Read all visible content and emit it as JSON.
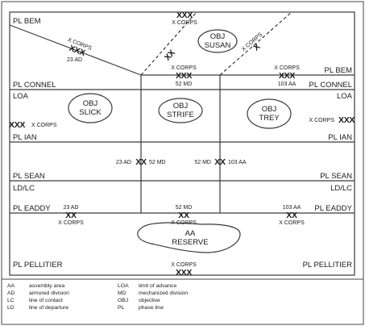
{
  "phase_lines": {
    "bem_left": "PL BEM",
    "bem_right": "PL BEM",
    "connel_left": "PL CONNEL",
    "connel_right": "PL CONNEL",
    "loa_left": "LOA",
    "loa_right": "LOA",
    "ian_left": "PL  IAN",
    "ian_right": "PL  IAN",
    "sean_left": "PL  SEAN",
    "sean_right": "PL  SEAN",
    "ldlc_left": "LD/LC",
    "ldlc_right": "LD/LC",
    "eaddy_left": "PL  EADDY",
    "eaddy_right": "PL  EADDY",
    "pellitier_left": "PL  PELLITIER",
    "pellitier_right": "PL  PELLITIER"
  },
  "objectives": {
    "susan": [
      "OBJ",
      "SUSAN"
    ],
    "slick": [
      "OBJ",
      "SLICK"
    ],
    "strife": [
      "OBJ",
      "STRIFE"
    ],
    "trey": [
      "OBJ",
      "TREY"
    ],
    "reserve": [
      "AA",
      "RESERVE"
    ]
  },
  "symbols": {
    "xxx": "XXX",
    "xx": "XX",
    "x": "X"
  },
  "unit_labels": {
    "x_corps": "X CORPS",
    "ad_23": "23 AD",
    "md_52": "52 MD",
    "aa_103": "103 AA"
  },
  "legend": [
    {
      "abbr": "AA",
      "desc": "assembly area"
    },
    {
      "abbr": "AD",
      "desc": "armored division"
    },
    {
      "abbr": "LC",
      "desc": "line of contact"
    },
    {
      "abbr": "LD",
      "desc": "line of departure"
    },
    {
      "abbr": "LOA",
      "desc": "limit of advance"
    },
    {
      "abbr": "MD",
      "desc": "mechanized division"
    },
    {
      "abbr": "OBJ",
      "desc": "objective"
    },
    {
      "abbr": "PL",
      "desc": "phase line"
    }
  ],
  "colors": {
    "line": "#3a3a3a",
    "text": "#1a1a1a",
    "border": "#444444"
  }
}
